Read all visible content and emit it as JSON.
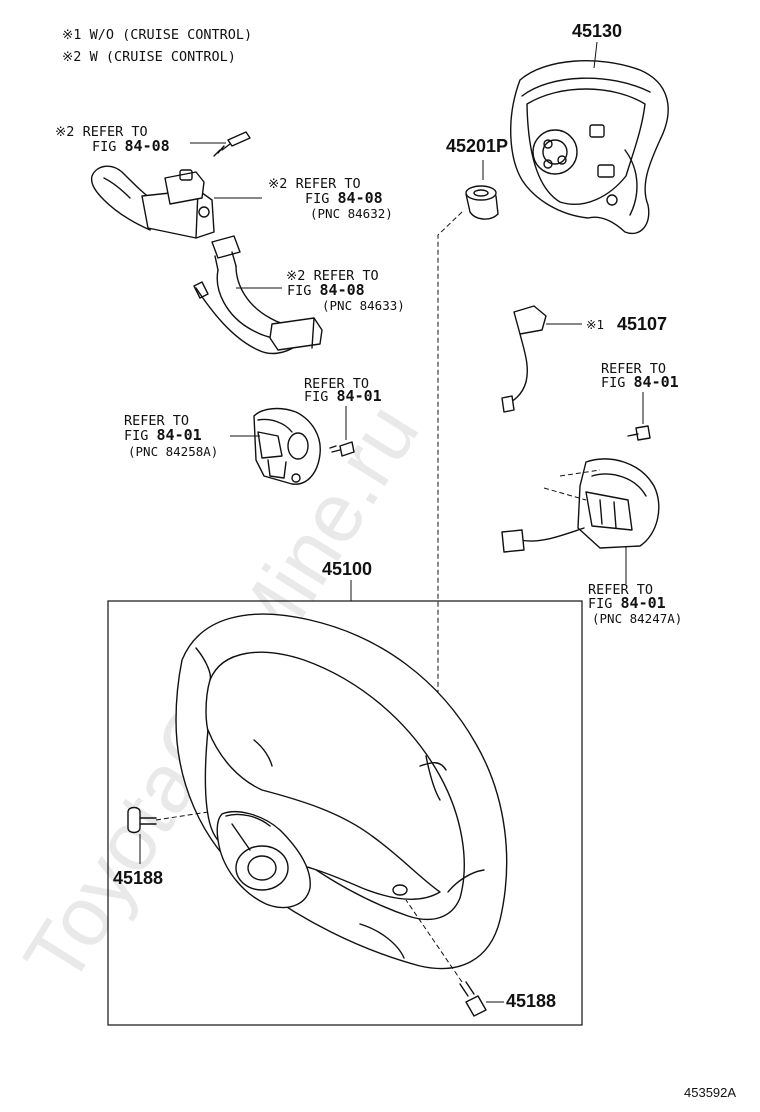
{
  "notes": [
    "※1 W/O (CRUISE CONTROL)",
    "※2 W (CRUISE CONTROL)"
  ],
  "watermark": "ToyotaCarMine.ru",
  "diagram_code": "453592A",
  "labels": {
    "part_45130": "45130",
    "part_45201p": "45201P",
    "part_45107": "45107",
    "part_45107_mark": "※1",
    "part_45100": "45100",
    "part_45188_left": "45188",
    "part_45188_bottom": "45188",
    "ref_bolt_top": {
      "l1": "※2 REFER TO",
      "l2a": "FIG ",
      "l2b": "84-08"
    },
    "ref_switch": {
      "l1": "※2 REFER TO",
      "l2a": "FIG ",
      "l2b": "84-08",
      "l3": "(PNC 84632)"
    },
    "ref_wire": {
      "l1": "※2 REFER TO",
      "l2a": "FIG ",
      "l2b": "84-08",
      "l3": "(PNC 84633)"
    },
    "ref_bolt_mid": {
      "l1": "REFER TO",
      "l2a": "FIG ",
      "l2b": "84-01"
    },
    "ref_cover_left": {
      "l1": "REFER TO",
      "l2a": "FIG ",
      "l2b": "84-01",
      "l3": "(PNC 84258A)"
    },
    "ref_bolt_right": {
      "l1": "REFER TO",
      "l2a": "FIG ",
      "l2b": "84-01"
    },
    "ref_cover_right": {
      "l1": "REFER TO",
      "l2a": "FIG ",
      "l2b": "84-01",
      "l3": "(PNC 84247A)"
    }
  }
}
